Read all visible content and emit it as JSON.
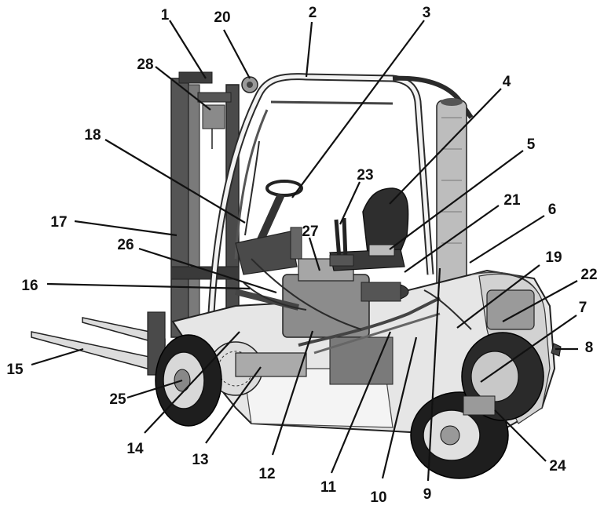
{
  "colors": {
    "ink": "#111111",
    "body_fill": "#e6e6e6",
    "tire_dark": "#1e1e1e",
    "mast_gray": "#5a5a5a",
    "engine_gray": "#8c8c8c"
  },
  "callouts": [
    {
      "id": "1",
      "label": "1"
    },
    {
      "id": "2",
      "label": "2"
    },
    {
      "id": "3",
      "label": "3"
    },
    {
      "id": "4",
      "label": "4"
    },
    {
      "id": "5",
      "label": "5"
    },
    {
      "id": "6",
      "label": "6"
    },
    {
      "id": "7",
      "label": "7"
    },
    {
      "id": "8",
      "label": "8"
    },
    {
      "id": "9",
      "label": "9"
    },
    {
      "id": "10",
      "label": "10"
    },
    {
      "id": "11",
      "label": "11"
    },
    {
      "id": "12",
      "label": "12"
    },
    {
      "id": "13",
      "label": "13"
    },
    {
      "id": "14",
      "label": "14"
    },
    {
      "id": "15",
      "label": "15"
    },
    {
      "id": "16",
      "label": "16"
    },
    {
      "id": "17",
      "label": "17"
    },
    {
      "id": "18",
      "label": "18"
    },
    {
      "id": "19",
      "label": "19"
    },
    {
      "id": "20",
      "label": "20"
    },
    {
      "id": "21",
      "label": "21"
    },
    {
      "id": "22",
      "label": "22"
    },
    {
      "id": "23",
      "label": "23"
    },
    {
      "id": "24",
      "label": "24"
    },
    {
      "id": "25",
      "label": "25"
    },
    {
      "id": "26",
      "label": "26"
    },
    {
      "id": "27",
      "label": "27"
    },
    {
      "id": "28",
      "label": "28"
    }
  ]
}
